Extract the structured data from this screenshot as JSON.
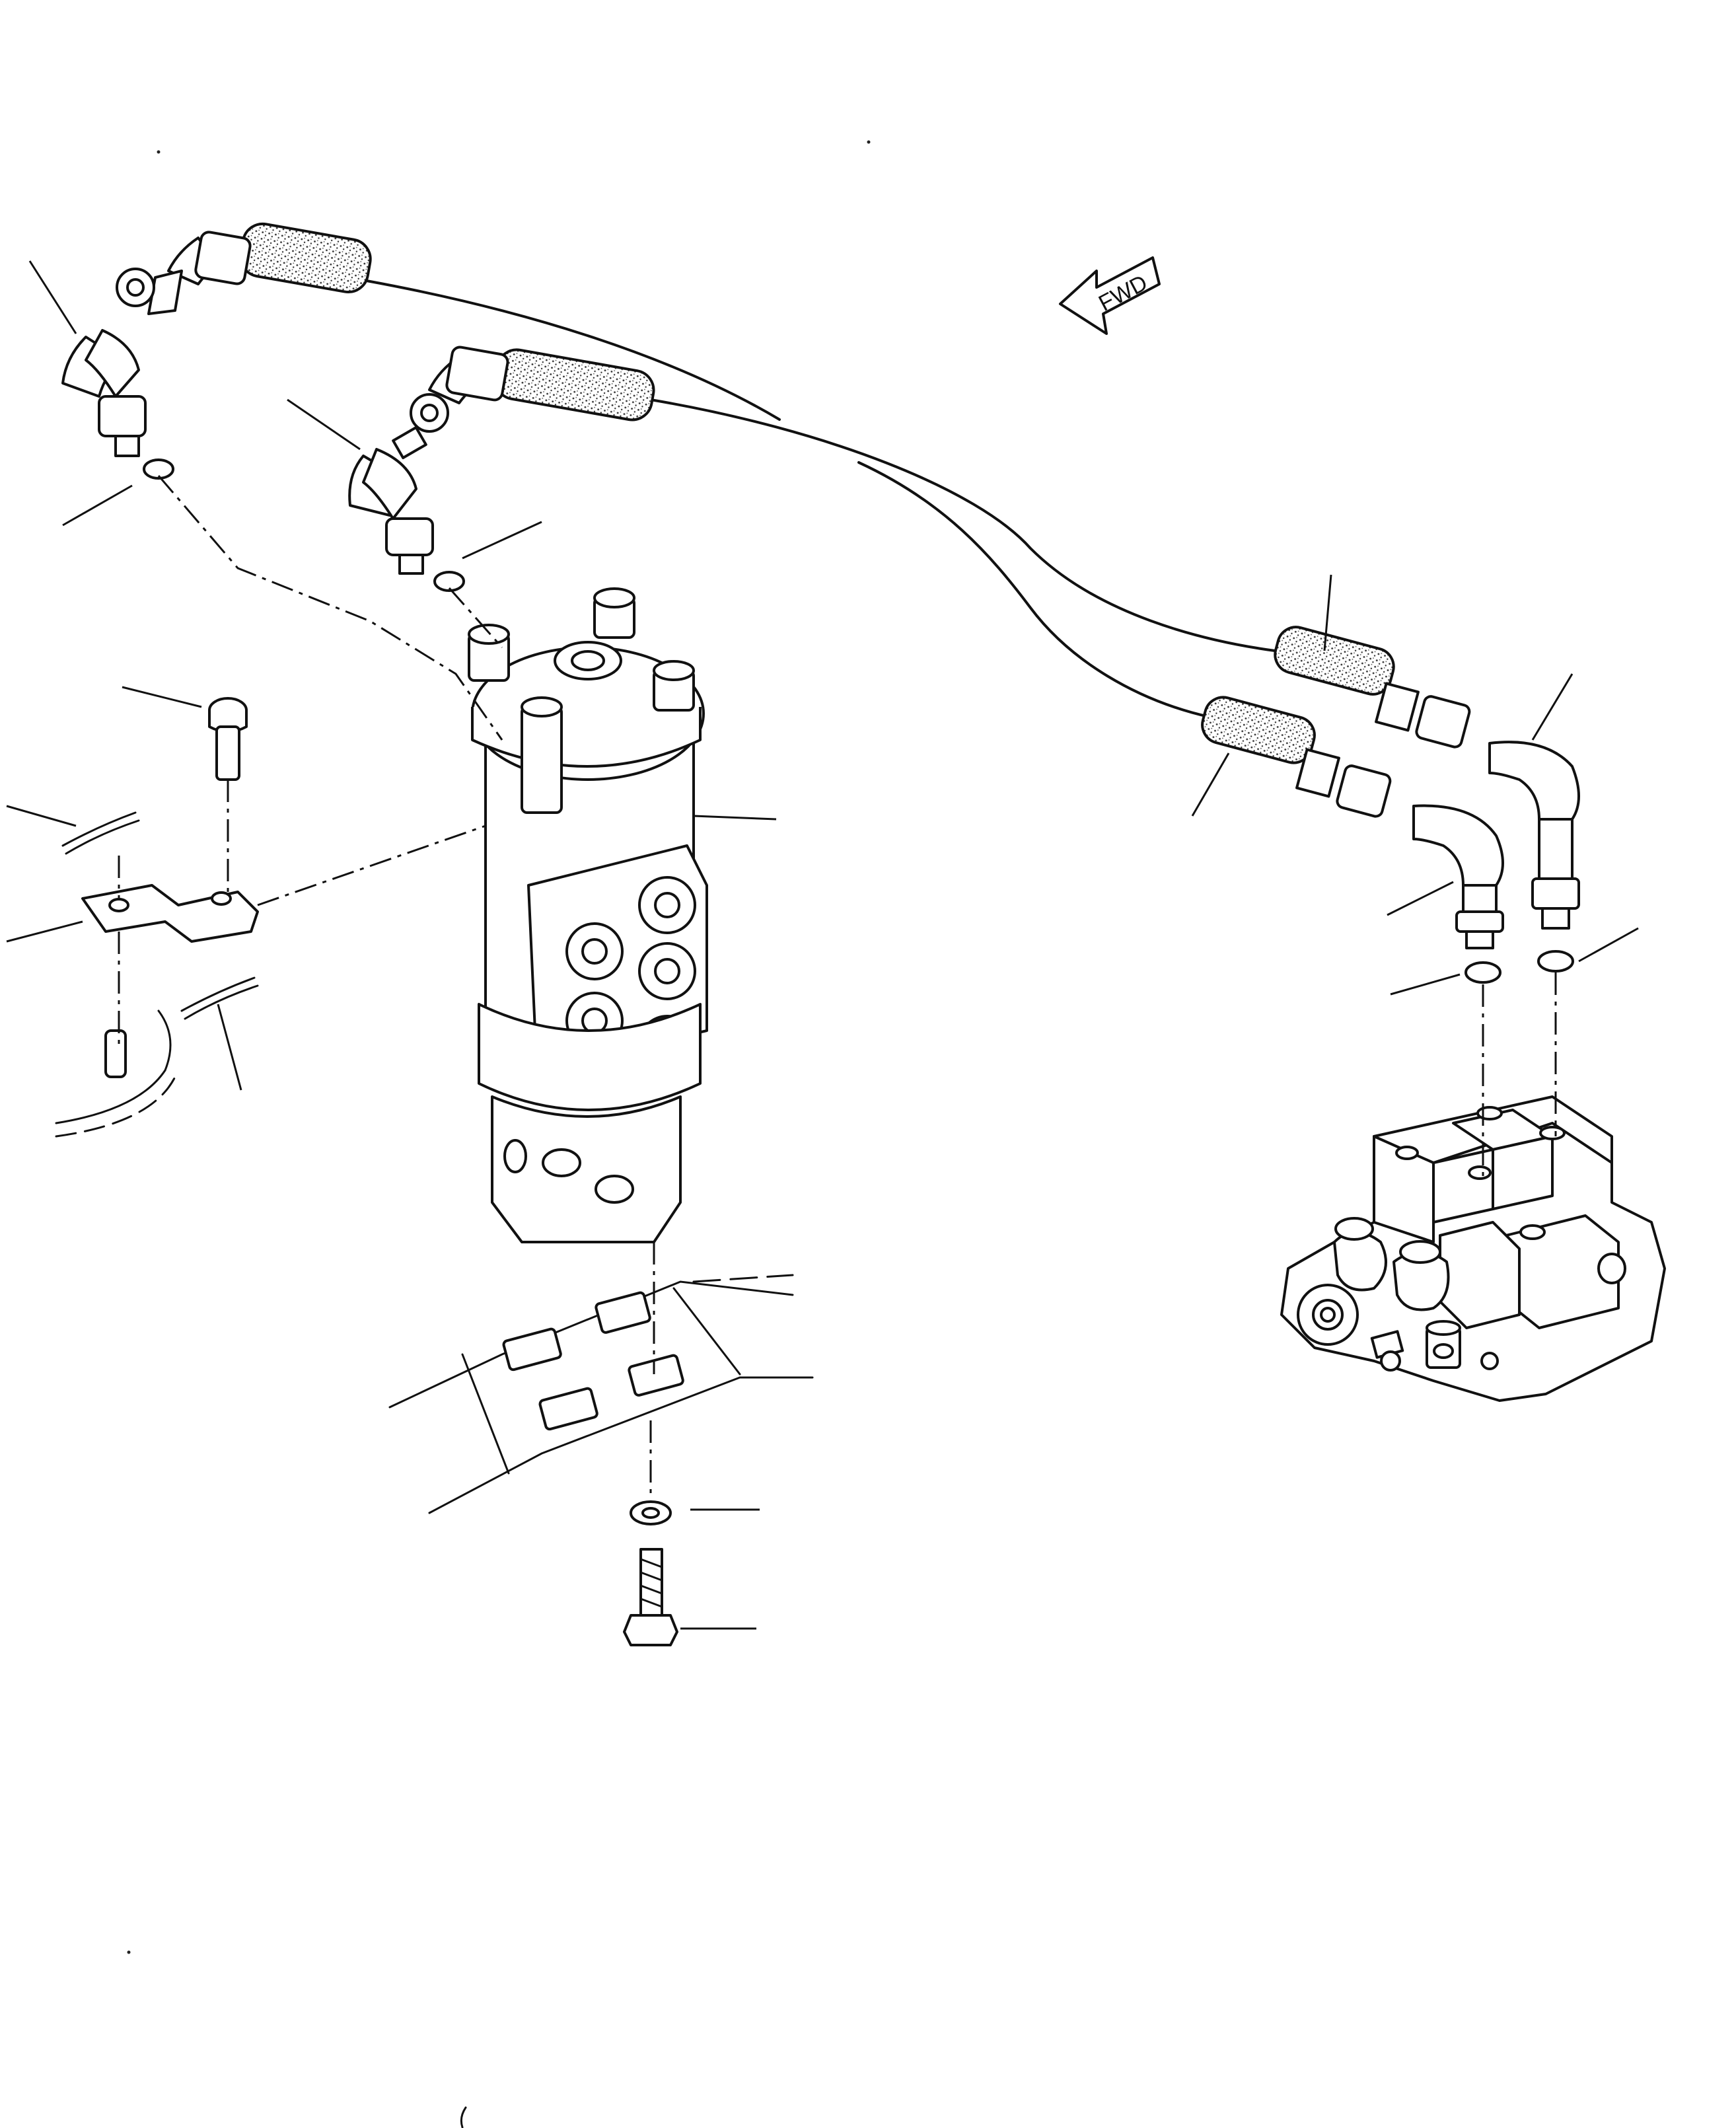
{
  "diagram": {
    "direction_label": "FWD",
    "parts": [
      {
        "name": "upper-left-hose-assembly"
      },
      {
        "name": "upper-middle-hose-assembly"
      },
      {
        "name": "steering-valve"
      },
      {
        "name": "mounting-bracket"
      },
      {
        "name": "pin"
      },
      {
        "name": "cotter-pin"
      },
      {
        "name": "control-valve"
      },
      {
        "name": "washer"
      },
      {
        "name": "bolt"
      }
    ]
  }
}
